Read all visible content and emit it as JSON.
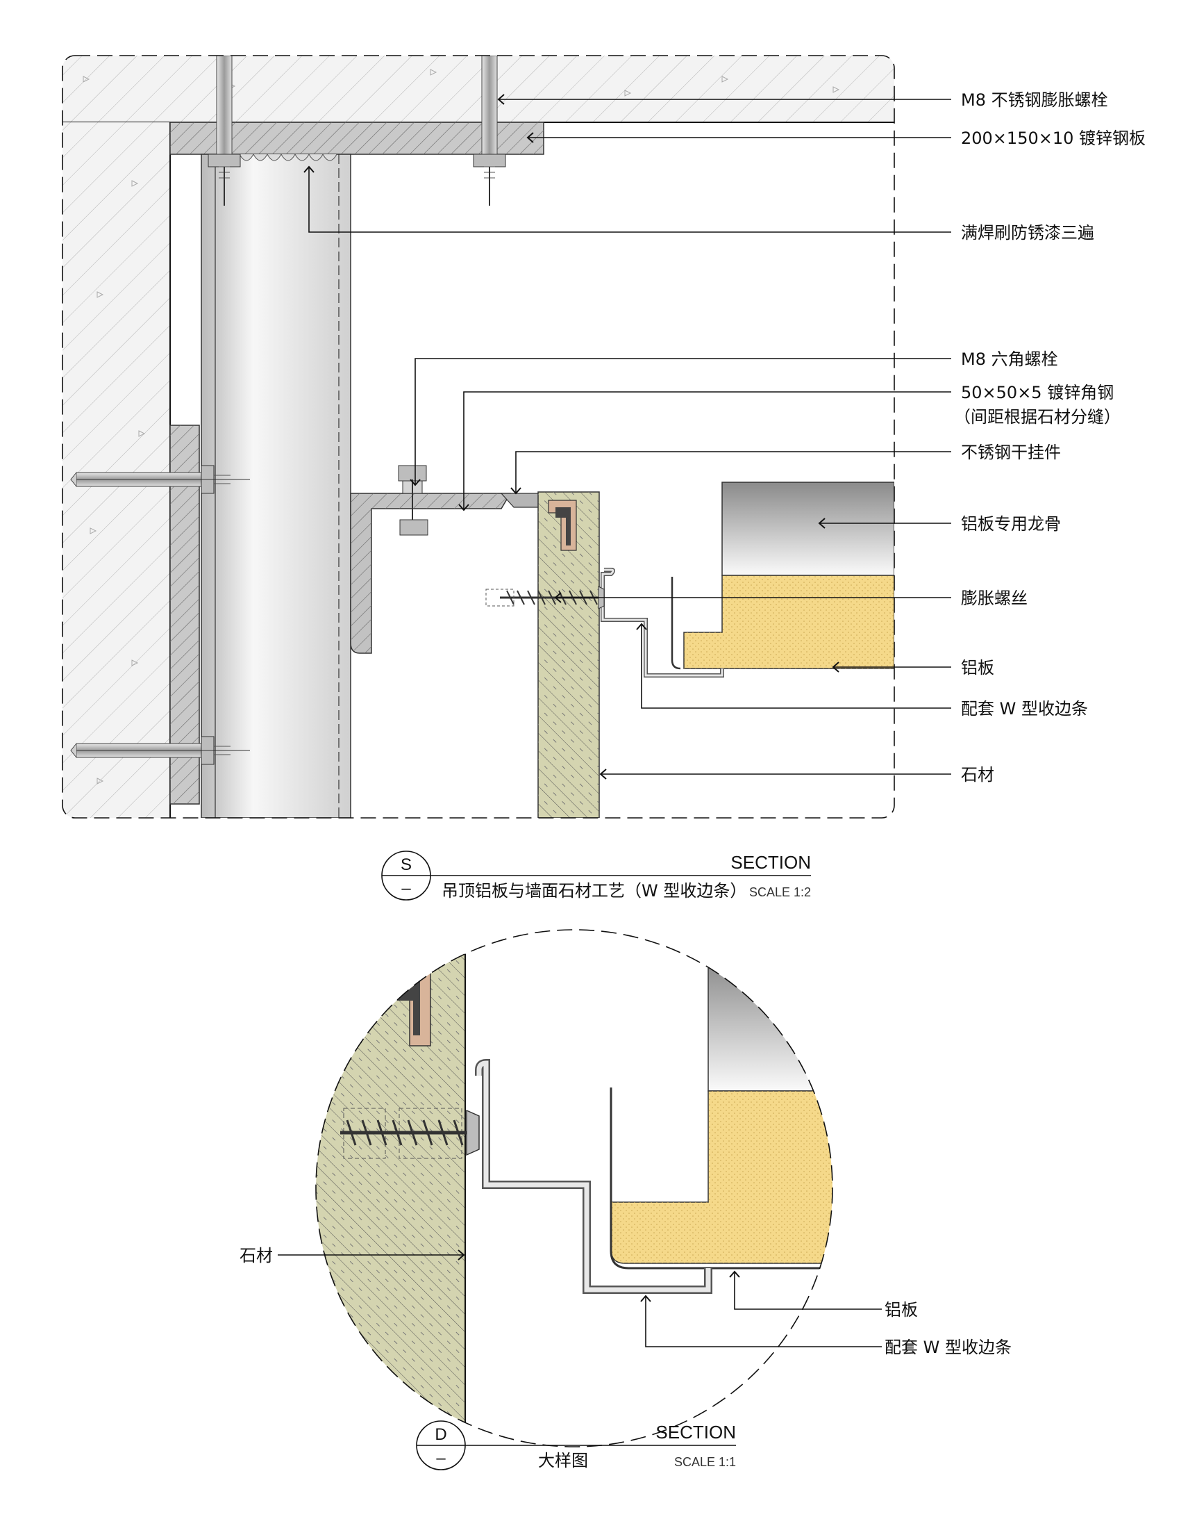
{
  "colors": {
    "concrete": "#f2f2f2",
    "steel": "#cfcfcf",
    "steel_dark": "#a6a6a6",
    "stone": "#d4d4b0",
    "insulation": "#f5d98a",
    "flashing": "#d8b49a"
  },
  "section_s": {
    "labels": [
      "M8 不锈钢膨胀螺栓",
      "200×150×10 镀锌钢板",
      "满焊刷防锈漆三遍",
      "M8 六角螺栓",
      "50×50×5 镀锌角钢",
      "（间距根据石材分缝）",
      "不锈钢干挂件",
      "铝板专用龙骨",
      "膨胀螺丝",
      "铝板",
      "配套 W 型收边条",
      "石材"
    ],
    "title_block": {
      "symbol": "S",
      "sub_symbol": "–",
      "section_word": "SECTION",
      "description": "吊顶铝板与墙面石材工艺（W 型收边条）",
      "scale": "SCALE 1:2"
    }
  },
  "detail_d": {
    "labels": [
      "石材",
      "铝板",
      "配套 W 型收边条"
    ],
    "title_block": {
      "symbol": "D",
      "sub_symbol": "–",
      "section_word": "SECTION",
      "description": "大样图",
      "scale": "SCALE 1:1"
    }
  }
}
